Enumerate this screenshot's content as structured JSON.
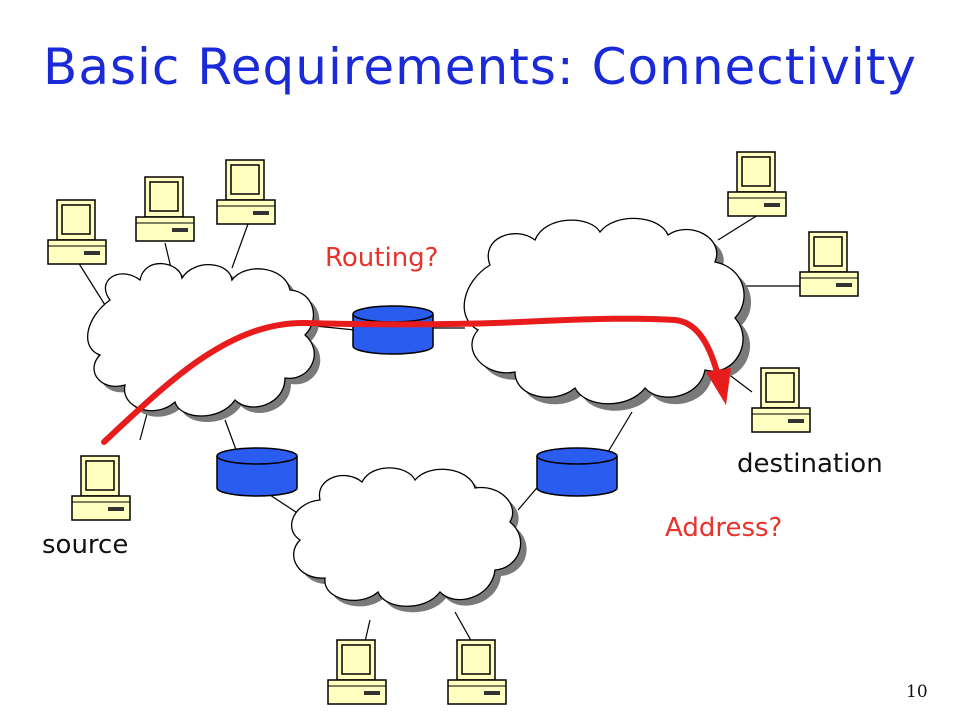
{
  "slide": {
    "title": "Basic Requirements: Connectivity",
    "page_number": "10"
  },
  "labels": {
    "routing": "Routing?",
    "address": "Address?",
    "source": "source",
    "destination": "destination"
  },
  "colors": {
    "title": "#1a2ad8",
    "annotation": "#e8322a",
    "path_arrow": "#e81c1c",
    "router": "#2b5cf0",
    "computer": "#ffffc0"
  },
  "icons": {
    "computer": "computer-icon",
    "router": "router-icon",
    "network": "cloud-icon"
  }
}
